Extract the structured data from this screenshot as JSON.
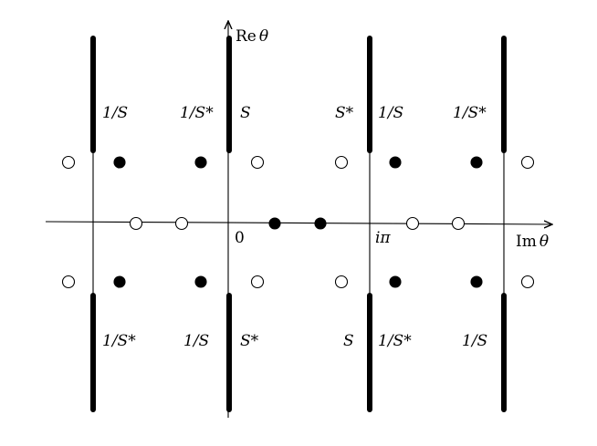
{
  "axes": {
    "horizontal": {
      "label": "Im θ",
      "label_prefix": "Im",
      "label_var": "θ"
    },
    "vertical": {
      "label": "Re θ",
      "label_prefix": "Re",
      "label_var": "θ"
    },
    "origin_label": "0",
    "ipi_label": "iπ"
  },
  "strip_labels": {
    "upper": [
      {
        "text": "1/S"
      },
      {
        "text": "1/S*"
      },
      {
        "text": "S"
      },
      {
        "text": "S*"
      },
      {
        "text": "1/S"
      },
      {
        "text": "1/S*"
      }
    ],
    "lower": [
      {
        "text": "1/S*"
      },
      {
        "text": "1/S"
      },
      {
        "text": "S*"
      },
      {
        "text": "S"
      },
      {
        "text": "1/S*"
      },
      {
        "text": "1/S"
      }
    ]
  },
  "points": {
    "upper_row": [
      "open",
      "filled",
      "filled",
      "open",
      "open",
      "filled",
      "filled",
      "open"
    ],
    "axis_row": [
      "open",
      "open",
      "filled",
      "filled",
      "open",
      "open"
    ],
    "lower_row": [
      "open",
      "filled",
      "filled",
      "open",
      "open",
      "filled",
      "filled",
      "open"
    ]
  },
  "colors": {
    "ink": "#000000",
    "background": "#ffffff"
  }
}
